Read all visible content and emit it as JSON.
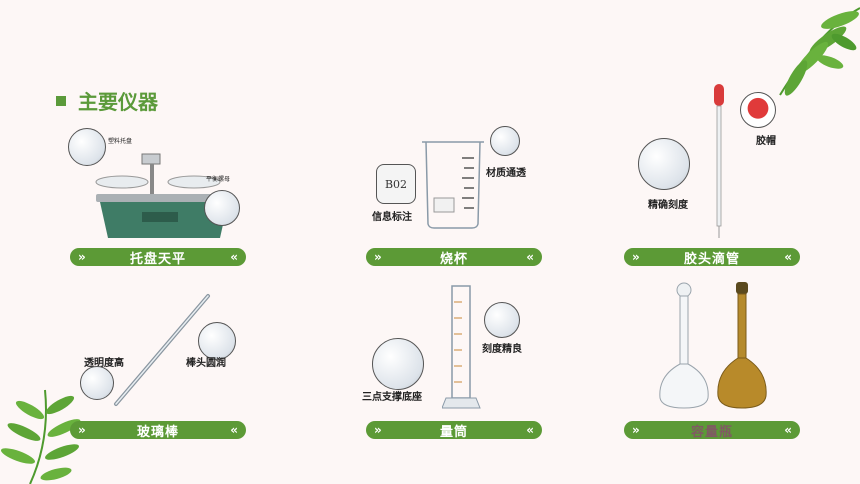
{
  "heading": "主要仪器",
  "instruments": [
    {
      "name": "托盘天平",
      "callouts": [
        "塑料托盘",
        "平衡螺母"
      ]
    },
    {
      "name": "烧杯",
      "callouts": [
        "材质通透",
        "信息标注"
      ],
      "beaker_mark": "B02"
    },
    {
      "name": "胶头滴管",
      "callouts": [
        "胶帽",
        "精确刻度"
      ]
    },
    {
      "name": "玻璃棒",
      "callouts": [
        "透明度高",
        "棒头圆润"
      ]
    },
    {
      "name": "量筒",
      "callouts": [
        "刻度精良",
        "三点支撑底座"
      ]
    },
    {
      "name": "容量瓶",
      "callouts": []
    }
  ],
  "colors": {
    "accent": "#5c9a36",
    "background": "#fdf7f6",
    "label_text": "#ffffff",
    "label_text_dim": "#7f5b62"
  }
}
